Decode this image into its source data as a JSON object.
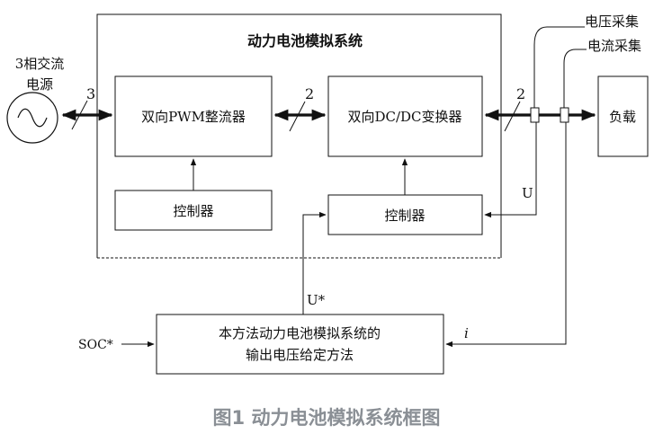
{
  "system_title": "动力电池模拟系统",
  "source": {
    "line1": "3相交流",
    "line2": "电源"
  },
  "bus_labels": {
    "ac_phases": "3",
    "dc_link": "2",
    "output": "2"
  },
  "blocks": {
    "rectifier": "双向PWM整流器",
    "dcdc": "双向DC/DC变换器",
    "controller_left": "控制器",
    "controller_right": "控制器",
    "load": "负载",
    "method_line1": "本方法动力电池模拟系统的",
    "method_line2": "输出电压给定方法"
  },
  "sensors": {
    "voltage": "电压采集",
    "current": "电流采集"
  },
  "signals": {
    "u_measured": "U",
    "u_reference": "U*",
    "soc": "SOC*",
    "current": "i"
  },
  "caption": "图1 动力电池模拟系统框图"
}
